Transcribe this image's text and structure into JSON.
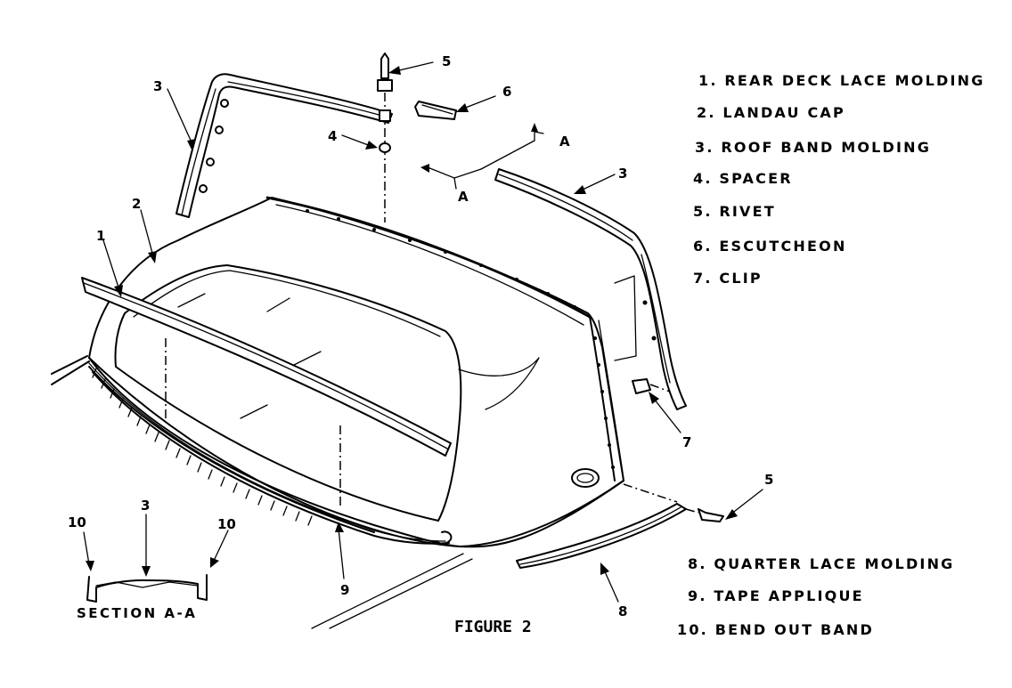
{
  "legend_top": [
    {
      "label": "1. REAR DECK LACE MOLDING"
    },
    {
      "label": "2. LANDAU CAP"
    },
    {
      "label": "3. ROOF BAND MOLDING"
    },
    {
      "label": "4. SPACER"
    },
    {
      "label": "5. RIVET"
    },
    {
      "label": "6. ESCUTCHEON"
    },
    {
      "label": "7. CLIP"
    }
  ],
  "legend_bottom": [
    {
      "label": "8. QUARTER LACE MOLDING"
    },
    {
      "label": "9. TAPE APPLIQUE"
    },
    {
      "label": "10. BEND OUT BAND"
    }
  ],
  "callouts": {
    "c1": "1",
    "c2": "2",
    "c3_left": "3",
    "c3_right": "3",
    "c4": "4",
    "c5_top": "5",
    "c5_right": "5",
    "c6": "6",
    "c7": "7",
    "c8": "8",
    "c9": "9",
    "section_a_upper": "A",
    "section_a_lower": "A"
  },
  "section_view": {
    "title": "SECTION  A-A",
    "c10_left": "10",
    "c3": "3",
    "c10_right": "10"
  },
  "figure_title": "FIGURE 2"
}
